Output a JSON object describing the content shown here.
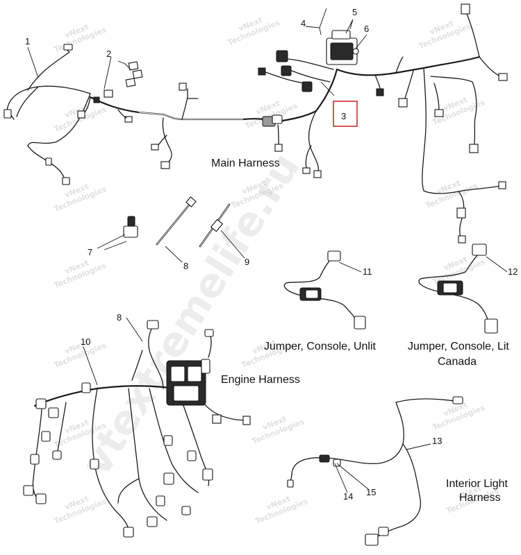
{
  "callouts": [
    "1",
    "2",
    "3",
    "4",
    "5",
    "6",
    "7",
    "8",
    "9",
    "10",
    "11",
    "12",
    "13",
    "14",
    "15",
    "8"
  ],
  "group_titles": {
    "main": "Main Harness",
    "engine": "Engine Harness",
    "jumper_unlit": "Jumper, Console, Unlit",
    "jumper_lit_line1": "Jumper, Console, Lit",
    "jumper_lit_line2": "Canada",
    "interior_line1": "Interior Light",
    "interior_line2": "Harness"
  },
  "watermark": {
    "small_line1": "vNext",
    "small_line2": "Technologies",
    "big": "vtextremelife.ru"
  },
  "highlight": {
    "callout": "3",
    "color": "#cc2b2b"
  }
}
